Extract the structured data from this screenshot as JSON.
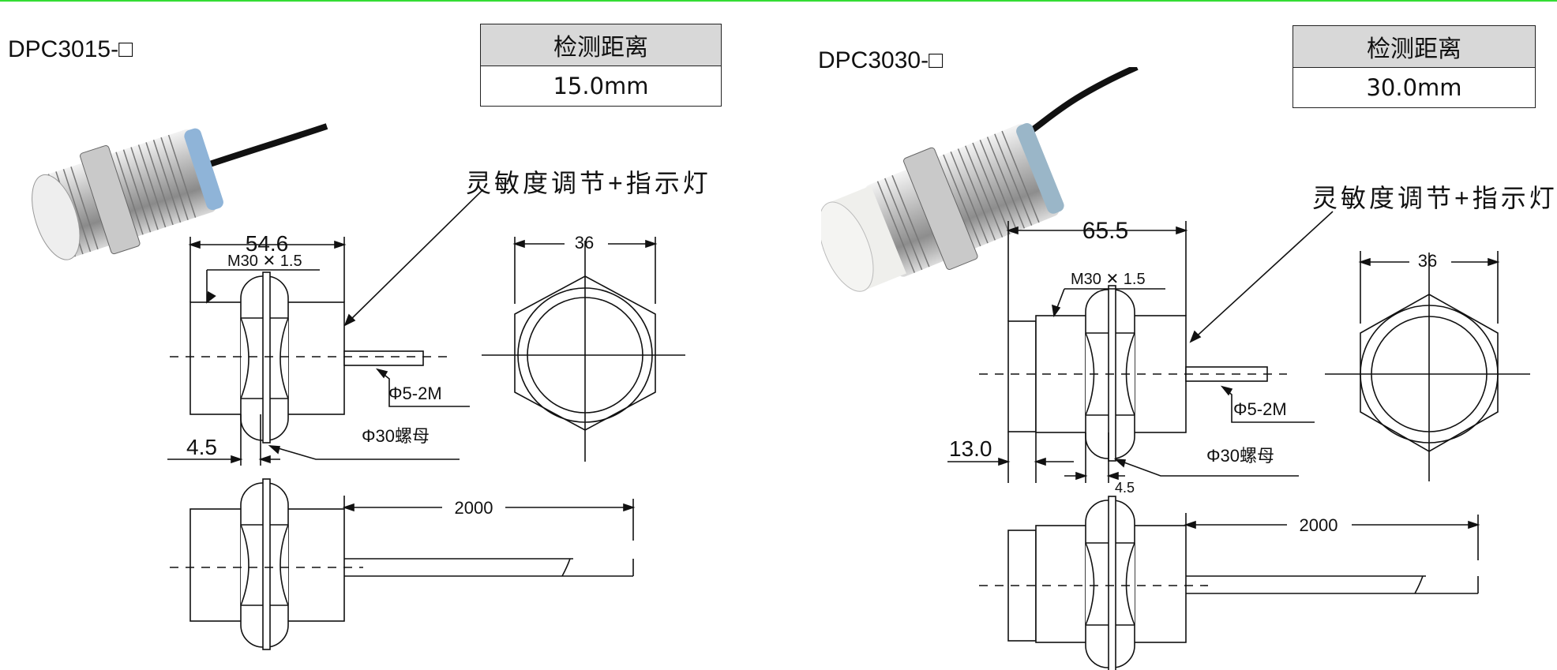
{
  "left": {
    "model": "DPC3015-□",
    "spec_header": "检测距离",
    "spec_value": "15.0mm",
    "callout": "灵敏度调节+指示灯",
    "dim_length": "54.6",
    "dim_thread": "M30 ✕ 1.5",
    "dim_hex": "36",
    "dim_cable": "Φ5-2M",
    "dim_nut": "Φ30螺母",
    "dim_nut_thickness": "4.5",
    "dim_cable_length": "2000"
  },
  "right": {
    "model": "DPC3030-□",
    "spec_header": "检测距离",
    "spec_value": "30.0mm",
    "callout": "灵敏度调节+指示灯",
    "dim_length": "65.5",
    "dim_thread": "M30 ✕ 1.5",
    "dim_hex": "36",
    "dim_cable": "Φ5-2M",
    "dim_nut": "Φ30螺母",
    "dim_offset": "13.0",
    "dim_nut_thickness": "4.5",
    "dim_cable_length": "2000"
  },
  "colors": {
    "top_rule": "#33dd33",
    "header_fill": "#d8d8d8",
    "cap_blue": "#8fb4d8",
    "cap_white": "#f2f2f0"
  }
}
